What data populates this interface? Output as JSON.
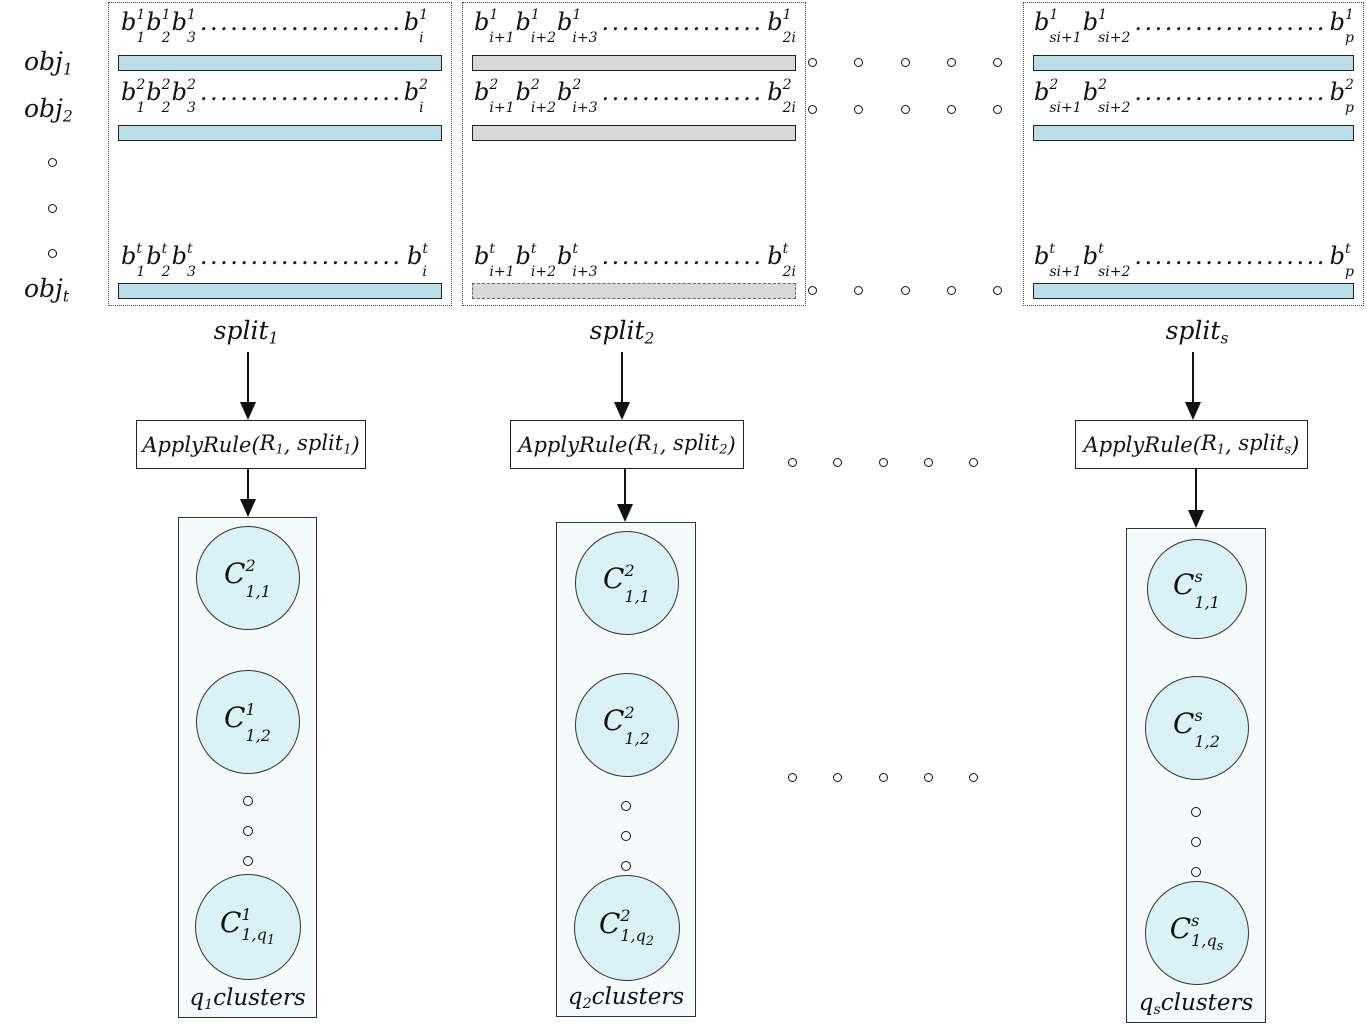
{
  "colors": {
    "bar_blue": "#b9dde9",
    "bar_grey": "#d8d8d8",
    "circle_fill": "#daf1f8",
    "container_fill": "#f5fafc",
    "line": "#111111"
  },
  "ellipsis": {
    "horizontal_count": 5,
    "vertical_count": 3
  },
  "object_labels": {
    "obj1": [
      [
        "u",
        "obj",
        "1"
      ]
    ],
    "obj2": [
      [
        "u",
        "obj",
        "2"
      ]
    ],
    "objt": [
      [
        "u",
        "obj",
        "t"
      ]
    ]
  },
  "top_boxes": [
    {
      "rows": [
        {
          "tokens": [
            [
              "b",
              "b",
              "1",
              "1"
            ],
            [
              "b",
              "b",
              "1",
              "2"
            ],
            [
              "b",
              "b",
              "1",
              "3"
            ],
            [
              "d",
              "........................................"
            ],
            [
              "b",
              "b",
              "1",
              "i"
            ]
          ]
        },
        {
          "tokens": [
            [
              "b",
              "b",
              "2",
              "1"
            ],
            [
              "b",
              "b",
              "2",
              "2"
            ],
            [
              "b",
              "b",
              "2",
              "3"
            ],
            [
              "d",
              "........................................"
            ],
            [
              "b",
              "b",
              "2",
              "i"
            ]
          ]
        },
        {
          "tokens": [
            [
              "b",
              "b",
              "t",
              "1"
            ],
            [
              "b",
              "b",
              "t",
              "2"
            ],
            [
              "b",
              "b",
              "t",
              "3"
            ],
            [
              "d",
              "........................................"
            ],
            [
              "b",
              "b",
              "t",
              "i"
            ]
          ]
        }
      ],
      "bars": [
        "blue",
        "blue",
        "blue"
      ]
    },
    {
      "rows": [
        {
          "tokens": [
            [
              "b",
              "b",
              "1",
              "i+1"
            ],
            [
              "b",
              "b",
              "1",
              "i+2"
            ],
            [
              "b",
              "b",
              "1",
              "i+3"
            ],
            [
              "d",
              "...................................."
            ],
            [
              "b",
              "b",
              "1",
              "2i"
            ]
          ]
        },
        {
          "tokens": [
            [
              "b",
              "b",
              "2",
              "i+1"
            ],
            [
              "b",
              "b",
              "2",
              "i+2"
            ],
            [
              "b",
              "b",
              "2",
              "i+3"
            ],
            [
              "d",
              "...................................."
            ],
            [
              "b",
              "b",
              "2",
              "2i"
            ]
          ]
        },
        {
          "tokens": [
            [
              "b",
              "b",
              "t",
              "i+1"
            ],
            [
              "b",
              "b",
              "t",
              "i+2"
            ],
            [
              "b",
              "b",
              "t",
              "i+3"
            ],
            [
              "d",
              "...................................."
            ],
            [
              "b",
              "b",
              "t",
              "2i"
            ]
          ]
        }
      ],
      "bars": [
        "grey",
        "grey",
        "grey dashed"
      ]
    },
    {
      "rows": [
        {
          "tokens": [
            [
              "b",
              "b",
              "1",
              "si+1"
            ],
            [
              "b",
              "b",
              "1",
              "si+2"
            ],
            [
              "d",
              "........................................"
            ],
            [
              "b",
              "b",
              "1",
              "p"
            ]
          ]
        },
        {
          "tokens": [
            [
              "b",
              "b",
              "2",
              "si+1"
            ],
            [
              "b",
              "b",
              "2",
              "si+2"
            ],
            [
              "d",
              "........................................"
            ],
            [
              "b",
              "b",
              "2",
              "p"
            ]
          ]
        },
        {
          "tokens": [
            [
              "b",
              "b",
              "t",
              "si+1"
            ],
            [
              "b",
              "b",
              "t",
              "si+2"
            ],
            [
              "d",
              "........................................"
            ],
            [
              "b",
              "b",
              "t",
              "p"
            ]
          ]
        }
      ],
      "bars": [
        "blue",
        "blue",
        "blue"
      ]
    }
  ],
  "pipelines": [
    {
      "split_label": [
        [
          "u",
          "split",
          "1"
        ]
      ],
      "apply_rule": [
        [
          "p",
          "ApplyRule("
        ],
        [
          "u",
          "R",
          "1"
        ],
        [
          "p",
          ", "
        ],
        [
          "u",
          "split",
          "1"
        ],
        [
          "p",
          ")"
        ]
      ],
      "clusters": {
        "circle1": [
          [
            "b",
            "C",
            "2",
            "1,1"
          ]
        ],
        "circle2": [
          [
            "b",
            "C",
            "1",
            "1,2"
          ]
        ],
        "circle3": [
          [
            "b",
            "C",
            "1",
            [
              [
                "p",
                "1,"
              ],
              [
                "u",
                "q",
                "1"
              ]
            ]
          ]
        ],
        "caption": [
          [
            "u",
            "q",
            "1"
          ],
          [
            "p",
            "clusters"
          ]
        ]
      }
    },
    {
      "split_label": [
        [
          "u",
          "split",
          "2"
        ]
      ],
      "apply_rule": [
        [
          "p",
          "ApplyRule("
        ],
        [
          "u",
          "R",
          "1"
        ],
        [
          "p",
          ", "
        ],
        [
          "u",
          "split",
          "2"
        ],
        [
          "p",
          ")"
        ]
      ],
      "clusters": {
        "circle1": [
          [
            "b",
            "C",
            "2",
            "1,1"
          ]
        ],
        "circle2": [
          [
            "b",
            "C",
            "2",
            "1,2"
          ]
        ],
        "circle3": [
          [
            "b",
            "C",
            "2",
            [
              [
                "p",
                "1,"
              ],
              [
                "u",
                "q",
                "2"
              ]
            ]
          ]
        ],
        "caption": [
          [
            "u",
            "q",
            "2"
          ],
          [
            "p",
            "clusters"
          ]
        ]
      }
    },
    {
      "split_label": [
        [
          "u",
          "split",
          "s"
        ]
      ],
      "apply_rule": [
        [
          "p",
          "ApplyRule("
        ],
        [
          "u",
          "R",
          "1"
        ],
        [
          "p",
          ", "
        ],
        [
          "u",
          "split",
          "s"
        ],
        [
          "p",
          ")"
        ]
      ],
      "clusters": {
        "circle1": [
          [
            "b",
            "C",
            "s",
            "1,1"
          ]
        ],
        "circle2": [
          [
            "b",
            "C",
            "s",
            "1,2"
          ]
        ],
        "circle3": [
          [
            "b",
            "C",
            "s",
            [
              [
                "p",
                "1,"
              ],
              [
                "u",
                "q",
                "s"
              ]
            ]
          ]
        ],
        "caption": [
          [
            "u",
            "q",
            "s"
          ],
          [
            "p",
            "clusters"
          ]
        ]
      }
    }
  ]
}
